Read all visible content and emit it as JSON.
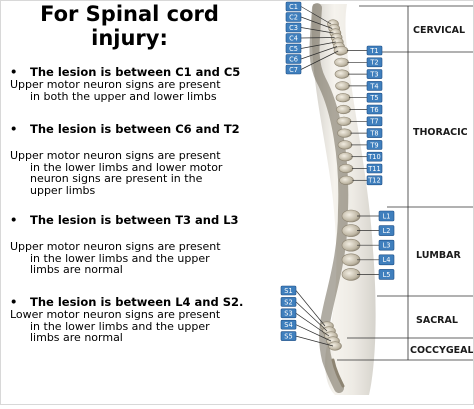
{
  "title": [
    "For Spinal cord",
    "injury:"
  ],
  "bullet_icon": "•",
  "lesions": [
    {
      "heading": "The lesion is between C1 and C5",
      "lines": [
        "Upper motor neuron signs are present",
        "in both the upper and lower limbs"
      ]
    },
    {
      "heading": "The lesion is between C6 and T2",
      "lines": [
        "Upper motor neuron signs are present",
        "in the lower limbs and lower motor",
        "neuron signs are present in the",
        "upper limbs"
      ]
    },
    {
      "heading": "The lesion is between T3 and L3",
      "lines": [
        "Upper motor neuron signs are present",
        "in the lower limbs and the upper",
        "limbs are normal"
      ]
    },
    {
      "heading": "The lesion is between L4 and S2.",
      "lines": [
        "Lower motor neuron signs are present",
        "in the lower limbs and the upper",
        "limbs are normal"
      ]
    }
  ],
  "regions": [
    "CERVICAL",
    "THORACIC",
    "LUMBAR",
    "SACRAL",
    "COCCYGEAL"
  ],
  "vertebrae": {
    "cervical": [
      "C1",
      "C2",
      "C3",
      "C4",
      "C5",
      "C6",
      "C7"
    ],
    "thoracic": [
      "T1",
      "T2",
      "T3",
      "T4",
      "T5",
      "T6",
      "T7",
      "T8",
      "T9",
      "T10",
      "T11",
      "T12"
    ],
    "lumbar": [
      "L1",
      "L2",
      "L3",
      "L4",
      "L5"
    ],
    "sacral": [
      "S1",
      "S2",
      "S3",
      "S4",
      "S5"
    ]
  },
  "colors": {
    "label_box": "#3f7fbd",
    "label_box_border": "#1f4f86",
    "leader_line": "#2f2f2f",
    "bone_light": "#e8e1d2",
    "bone_dark": "#8d8472"
  }
}
